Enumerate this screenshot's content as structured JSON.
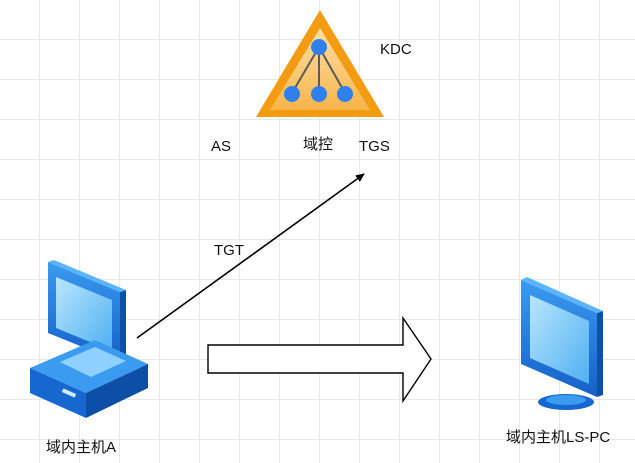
{
  "labels": {
    "kdc": "KDC",
    "as": "AS",
    "domain_controller": "域控",
    "tgs": "TGS",
    "tgt": "TGT",
    "host_a": "域内主机A",
    "host_ls_pc": "域内主机LS-PC"
  },
  "icons": {
    "kdc": "network-triangle-icon",
    "host_a": "computer-icon",
    "host_ls_pc": "monitor-icon"
  },
  "colors": {
    "triangle_orange": "#f39c12",
    "triangle_inner": "#fcd28a",
    "node_blue": "#2f80ed",
    "computer_blue": "#1f78e0",
    "computer_light": "#8ed0ff",
    "line": "#000000"
  }
}
